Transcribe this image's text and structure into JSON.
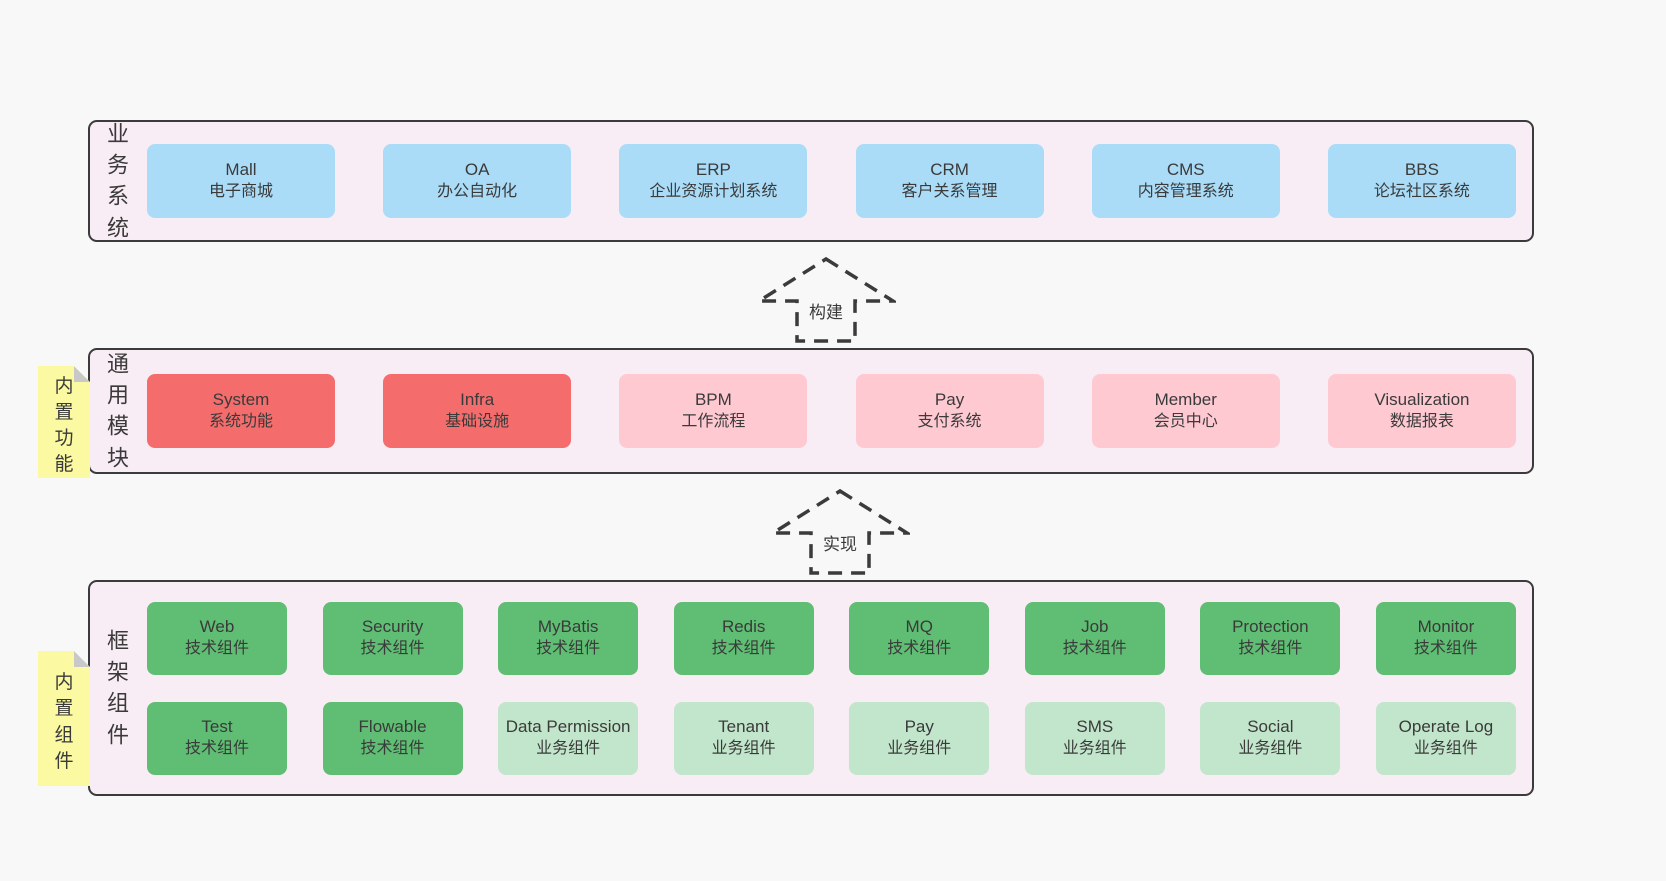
{
  "colors": {
    "bg": "#f8f8f8",
    "section-bg": "#f9edf5",
    "section-border": "#3b3b3b",
    "blue": "#aadcf8",
    "red": "#f56c6c",
    "pink": "#ffc9d2",
    "green": "#5fbe73",
    "green-light": "#c2e6cb",
    "yellow": "#fbf9a1",
    "fold": "#c8c8c8",
    "text": "#3a3a3a"
  },
  "arrows": [
    {
      "label": "构建"
    },
    {
      "label": "实现"
    }
  ],
  "sections": [
    {
      "label": "业务系统",
      "boxes": [
        {
          "title": "Mall",
          "subtitle": "电子商城"
        },
        {
          "title": "OA",
          "subtitle": "办公自动化"
        },
        {
          "title": "ERP",
          "subtitle": "企业资源计划系统"
        },
        {
          "title": "CRM",
          "subtitle": "客户关系管理"
        },
        {
          "title": "CMS",
          "subtitle": "内容管理系统"
        },
        {
          "title": "BBS",
          "subtitle": "论坛社区系统"
        }
      ]
    },
    {
      "label": "通用模块",
      "note": "内置功能",
      "boxes": [
        {
          "title": "System",
          "subtitle": "系统功能"
        },
        {
          "title": "Infra",
          "subtitle": "基础设施"
        },
        {
          "title": "BPM",
          "subtitle": "工作流程"
        },
        {
          "title": "Pay",
          "subtitle": "支付系统"
        },
        {
          "title": "Member",
          "subtitle": "会员中心"
        },
        {
          "title": "Visualization",
          "subtitle": "数据报表"
        }
      ]
    },
    {
      "label": "框架组件",
      "note": "内置组件",
      "rows": [
        [
          {
            "title": "Web",
            "subtitle": "技术组件"
          },
          {
            "title": "Security",
            "subtitle": "技术组件"
          },
          {
            "title": "MyBatis",
            "subtitle": "技术组件"
          },
          {
            "title": "Redis",
            "subtitle": "技术组件"
          },
          {
            "title": "MQ",
            "subtitle": "技术组件"
          },
          {
            "title": "Job",
            "subtitle": "技术组件"
          },
          {
            "title": "Protection",
            "subtitle": "技术组件"
          },
          {
            "title": "Monitor",
            "subtitle": "技术组件"
          }
        ],
        [
          {
            "title": "Test",
            "subtitle": "技术组件"
          },
          {
            "title": "Flowable",
            "subtitle": "技术组件"
          },
          {
            "title": "Data Permission",
            "subtitle": "业务组件"
          },
          {
            "title": "Tenant",
            "subtitle": "业务组件"
          },
          {
            "title": "Pay",
            "subtitle": "业务组件"
          },
          {
            "title": "SMS",
            "subtitle": "业务组件"
          },
          {
            "title": "Social",
            "subtitle": "业务组件"
          },
          {
            "title": "Operate Log",
            "subtitle": "业务组件"
          }
        ]
      ]
    }
  ]
}
